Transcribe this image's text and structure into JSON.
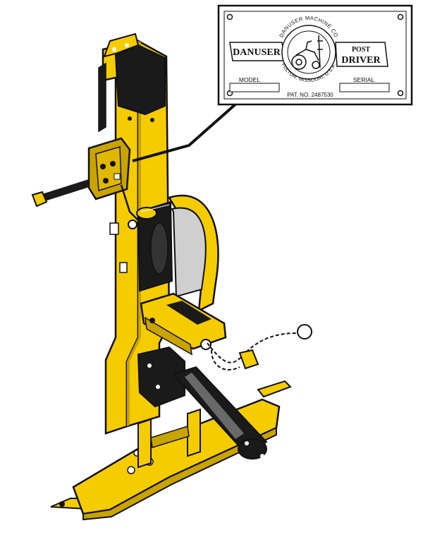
{
  "nameplate": {
    "company": "DANUSER MACHINE CO",
    "location": "FULTON, MISSOURI, U.S.A.",
    "brand_left": "DANUSER",
    "brand_right_top": "POST",
    "brand_right_bottom": "DRIVER",
    "model_label": "MODEL",
    "serial_label": "SERIAL",
    "patent": "PAT. NO. 2487530"
  },
  "colors": {
    "body": "#f5cc00",
    "outline": "#111111",
    "shadow": "#c9a300",
    "steel": "#cfcfcf",
    "dark": "#1a1a1a"
  }
}
